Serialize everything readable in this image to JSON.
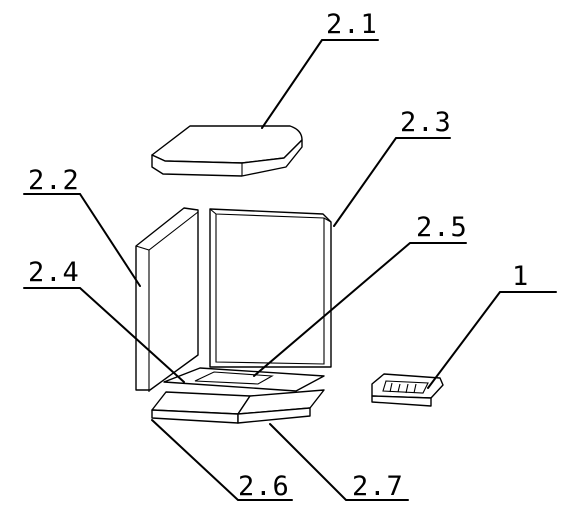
{
  "diagram": {
    "callouts": {
      "c2_1": "2.1",
      "c2_2": "2.2",
      "c2_3": "2.3",
      "c2_4": "2.4",
      "c2_5": "2.5",
      "c2_6": "2.6",
      "c2_7": "2.7",
      "c1": "1"
    },
    "colors": {
      "highlight": "#e31a1a",
      "outline": "#000000",
      "background": "#ffffff"
    }
  }
}
